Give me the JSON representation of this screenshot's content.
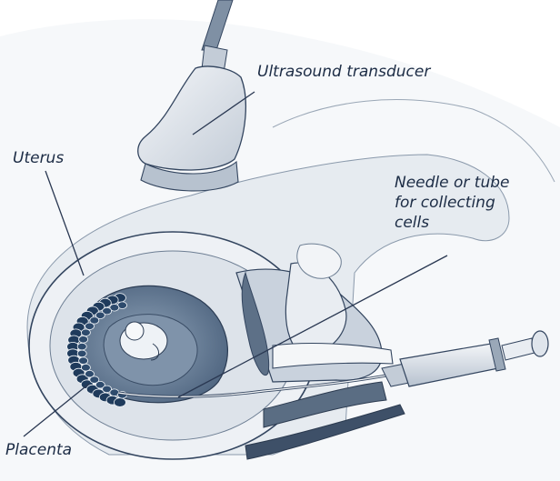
{
  "labels": {
    "transducer": "Ultrasound transducer",
    "uterus": "Uterus",
    "needle_line1": "Needle or tube",
    "needle_line2": "for collecting",
    "needle_line3": "cells",
    "placenta": "Placenta"
  },
  "colors": {
    "outline": "#33455f",
    "tissue_light": "#e9edf2",
    "tissue_mid": "#c9d2dd",
    "tissue_dark": "#5d7087",
    "placenta": "#1f3b5c",
    "label_text": "#1c2c45"
  }
}
